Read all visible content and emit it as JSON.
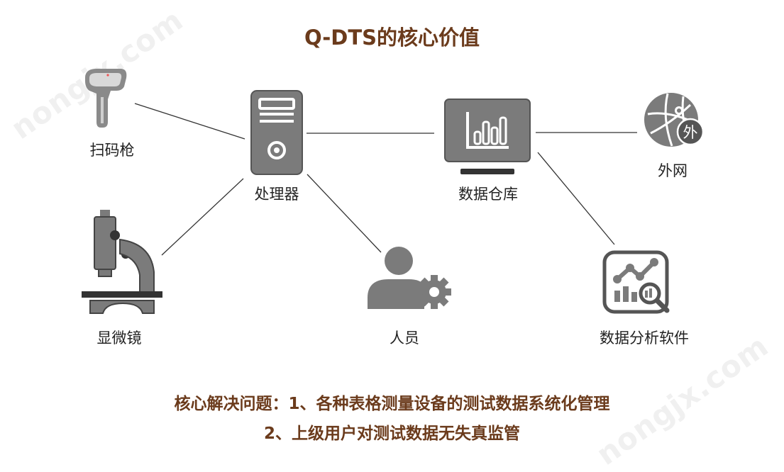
{
  "title": "Q-DTS的核心价值",
  "watermark": "nongjx.com",
  "nodes": {
    "scanner": "扫码枪",
    "processor": "处理器",
    "microscope": "显微镜",
    "personnel": "人员",
    "warehouse": "数据仓库",
    "external": "外网",
    "external_badge": "外",
    "software": "数据分析软件"
  },
  "footer": {
    "line1": "核心解决问题：1、各种表格测量设备的测试数据系统化管理",
    "line2": "2、上级用户对测试数据无失真监管"
  },
  "colors": {
    "accent": "#6b3b1c",
    "icon_gray": "#7b7b7b",
    "icon_dark": "#555555",
    "line": "#333333"
  }
}
